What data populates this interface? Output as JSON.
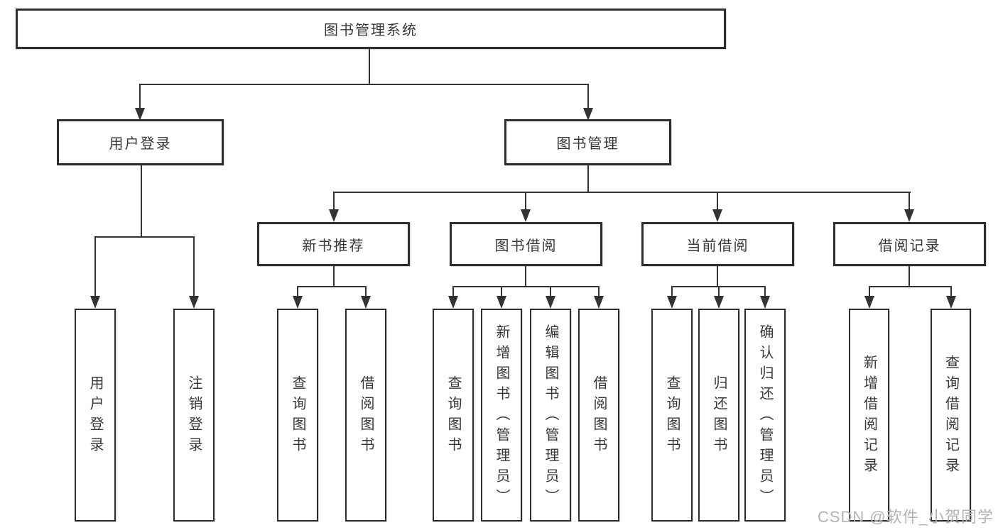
{
  "diagram": {
    "root": {
      "label": "图书管理系统"
    },
    "level2": [
      {
        "id": "user-login",
        "label": "用户登录"
      },
      {
        "id": "book-management",
        "label": "图书管理"
      }
    ],
    "level3": [
      {
        "id": "new-book-recommend",
        "label": "新书推荐",
        "parent": "图书管理"
      },
      {
        "id": "book-borrow",
        "label": "图书借阅",
        "parent": "图书管理"
      },
      {
        "id": "current-borrow",
        "label": "当前借阅",
        "parent": "图书管理"
      },
      {
        "id": "borrow-records",
        "label": "借阅记录",
        "parent": "图书管理"
      }
    ],
    "leaves": [
      {
        "label": "用户登录",
        "parent": "用户登录"
      },
      {
        "label": "注销登录",
        "parent": "用户登录"
      },
      {
        "label": "查询图书",
        "parent": "新书推荐"
      },
      {
        "label": "借阅图书",
        "parent": "新书推荐"
      },
      {
        "label": "查询图书",
        "parent": "图书借阅"
      },
      {
        "label": "新增图书（管理员）",
        "parent": "图书借阅"
      },
      {
        "label": "编辑图书（管理员）",
        "parent": "图书借阅"
      },
      {
        "label": "借阅图书",
        "parent": "图书借阅"
      },
      {
        "label": "查询图书",
        "parent": "当前借阅"
      },
      {
        "label": "归还图书",
        "parent": "当前借阅"
      },
      {
        "label": "确认归还（管理员）",
        "parent": "当前借阅"
      },
      {
        "label": "新增借阅记录",
        "parent": "借阅记录"
      },
      {
        "label": "查询借阅记录",
        "parent": "借阅记录"
      }
    ],
    "watermark": "CSDN @软件_小贺同学",
    "colors": {
      "line": "#333333",
      "box_border": "#2e2e2e",
      "box_fill": "#ffffff",
      "text": "#383838",
      "watermark": "#b3b3b3"
    }
  }
}
